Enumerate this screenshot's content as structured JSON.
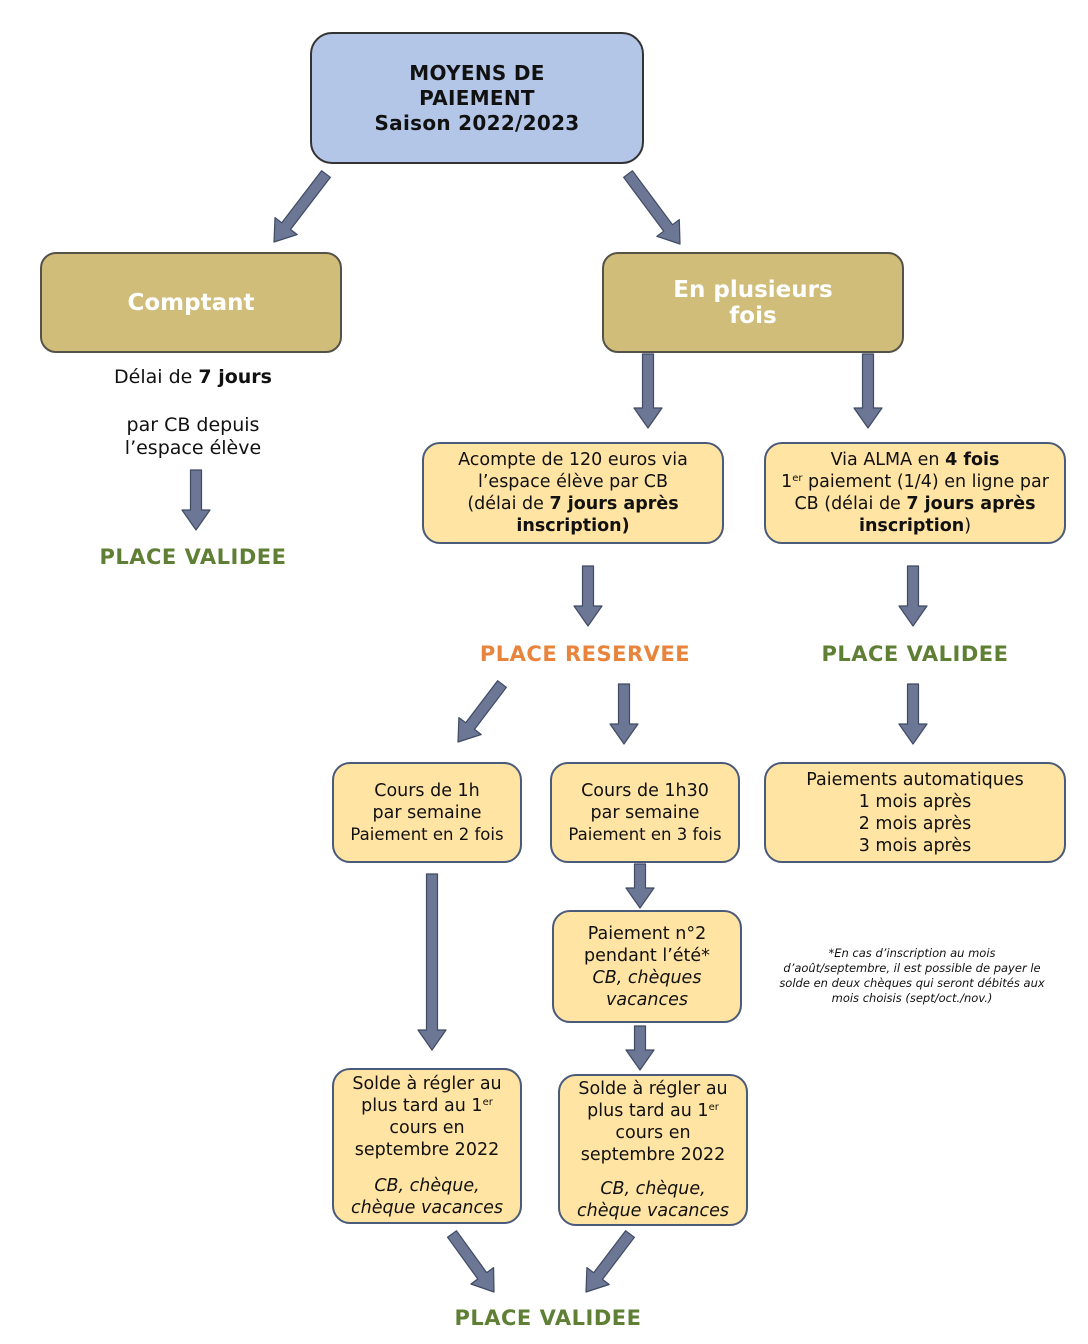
{
  "colors": {
    "title_fill": "#b4c6e7",
    "option_fill": "#cfbd79",
    "step_fill": "#ffe4a3",
    "arrow": "#6b7795",
    "validee": "#5f7f35",
    "reservee": "#e8843c"
  },
  "title": {
    "line1": "MOYENS DE",
    "line2": "PAIEMENT",
    "line3": "Saison 2022/2023"
  },
  "comptant": {
    "label": "Comptant",
    "delai_prefix": "Délai de ",
    "delai_bold": "7 jours",
    "cb_line1": "par CB depuis",
    "cb_line2": "l’espace élève",
    "status": "PLACE VALIDEE"
  },
  "plusieurs": {
    "label_line1": "En plusieurs",
    "label_line2": "fois"
  },
  "acompte": {
    "line1": "Acompte de 120 euros via",
    "line2": "l’espace élève par CB",
    "line3_prefix": "(délai de ",
    "line3_bold": "7 jours après",
    "line4_bold": "inscription)",
    "status": "PLACE RESERVEE"
  },
  "alma": {
    "line1_prefix": "Via ALMA en ",
    "line1_bold": "4 fois",
    "line2_num": "1",
    "line2_sup": "er",
    "line2_rest": " paiement (1/4) en ligne par",
    "line3_prefix": "CB (délai de ",
    "line3_bold": "7 jours après",
    "line4_bold": "inscription",
    "line4_rest": ")",
    "status": "PLACE VALIDEE"
  },
  "auto": {
    "line1": "Paiements automatiques",
    "line2": "1 mois après",
    "line3": "2 mois après",
    "line4": "3 mois après"
  },
  "cours1h": {
    "line1": "Cours de 1h",
    "line2": "par semaine",
    "line3": "Paiement en 2 fois"
  },
  "cours1h30": {
    "line1": "Cours de 1h30",
    "line2": "par semaine",
    "line3": "Paiement en 3 fois"
  },
  "paiement2": {
    "line1": "Paiement n°2",
    "line2": "pendant l’été*",
    "line3": "CB, chèques",
    "line4": "vacances"
  },
  "footnote": {
    "line1": "*En cas d’inscription au mois",
    "line2": "d’août/septembre, il est possible de payer le",
    "line3": "solde en deux chèques qui seront débités aux",
    "line4": "mois choisis (sept/oct./nov.)"
  },
  "solde_left": {
    "line1": "Solde à régler au",
    "line2_prefix": "plus tard au 1",
    "line2_sup": "er",
    "line3": "cours en",
    "line4": "septembre 2022",
    "line5": "CB, chèque,",
    "line6": "chèque vacances"
  },
  "solde_right": {
    "line1": "Solde à régler au",
    "line2_prefix": "plus tard au 1",
    "line2_sup": "er",
    "line3": "cours en",
    "line4": "septembre 2022",
    "line5": "CB, chèque,",
    "line6": "chèque vacances"
  },
  "final_status": "PLACE VALIDEE"
}
